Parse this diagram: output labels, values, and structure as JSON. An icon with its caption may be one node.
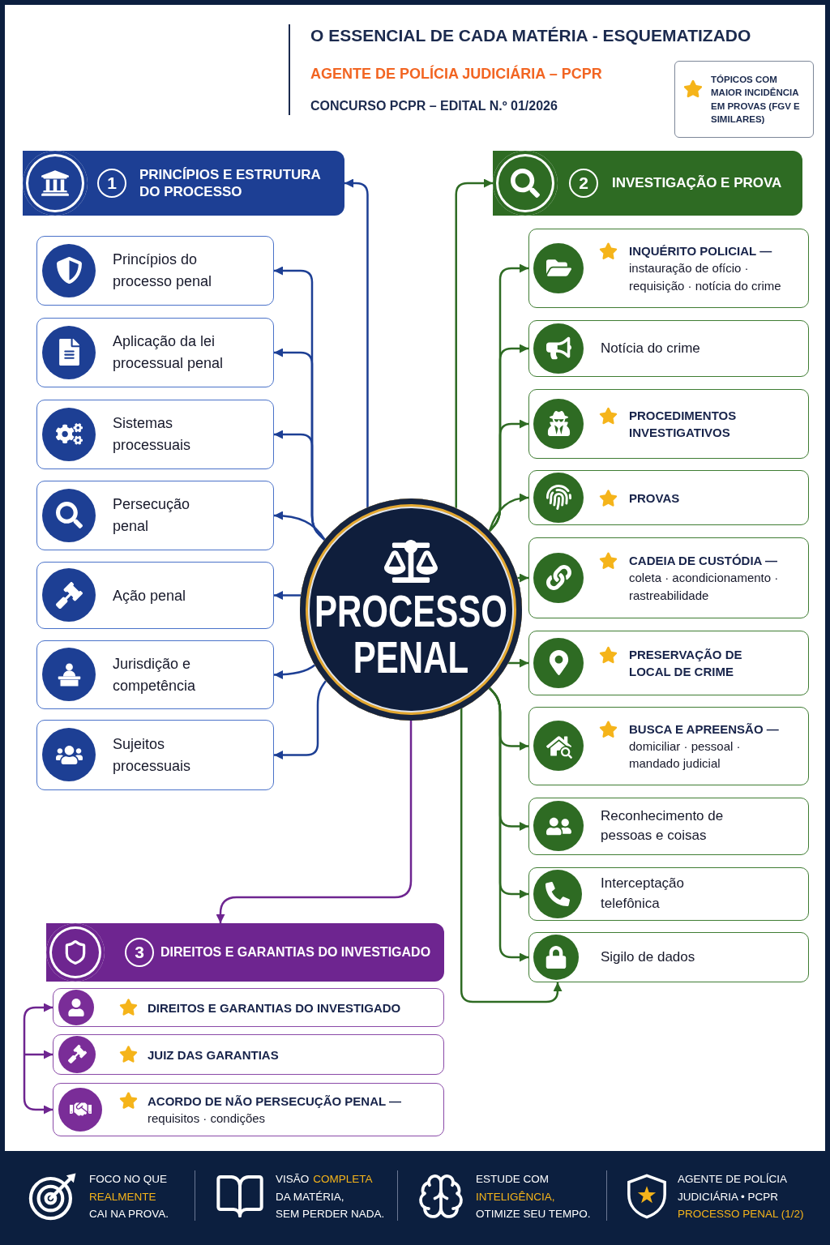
{
  "diagram": {
    "title": "O ESSENCIAL DE CADA MATÉRIA - ESQUEMATIZADO",
    "nodes": [
      {
        "text": [
          "PROCESSO PENAL"
        ]
      },
      {
        "text": [
          "1",
          "PRINCÍPIOS E ESTRUTURA DO PROCESSO"
        ]
      },
      {
        "text": [
          "Princípios do processo penal"
        ]
      },
      {
        "text": [
          "Aplicação da lei processual penal"
        ]
      },
      {
        "text": [
          "Sistemas processuais"
        ]
      },
      {
        "text": [
          "Persecução penal"
        ]
      },
      {
        "text": [
          "Ação penal"
        ]
      },
      {
        "text": [
          "Jurisdição e competência"
        ]
      },
      {
        "text": [
          "Sujeitos processuais"
        ]
      },
      {
        "text": [
          "2",
          "INVESTIGAÇÃO E PROVA"
        ]
      },
      {
        "text": [
          "INQUÉRITO POLICIAL —",
          "instauração de ofício · requisição · notícia do crime"
        ]
      },
      {
        "text": [
          "Notícia do crime"
        ]
      },
      {
        "text": [
          "PROCEDIMENTOS INVESTIGATIVOS"
        ]
      },
      {
        "text": [
          "PROVAS"
        ]
      },
      {
        "text": [
          "CADEIA DE CUSTÓDIA —",
          "coleta · acondicionamento · rastreabilidade"
        ]
      },
      {
        "text": [
          "PRESERVAÇÃO DE LOCAL DE CRIME"
        ]
      },
      {
        "text": [
          "BUSCA E APREENSÃO —",
          "domiciliar · pessoal · mandado judicial"
        ]
      },
      {
        "text": [
          "Reconhecimento de pessoas e coisas"
        ]
      },
      {
        "text": [
          "Interceptação telefônica"
        ]
      },
      {
        "text": [
          "Sigilo de dados"
        ]
      },
      {
        "text": [
          "3",
          "DIREITOS E GARANTIAS DO INVESTIGADO"
        ]
      },
      {
        "text": [
          "DIREITOS E GARANTIAS DO INVESTIGADO"
        ]
      },
      {
        "text": [
          "JUIZ DAS GARANTIAS"
        ]
      },
      {
        "text": [
          "ACORDO DE NÃO PERSECUÇÃO PENAL —",
          "requisitos · condições"
        ]
      }
    ],
    "edges": [
      {
        "from": 0,
        "to": 1,
        "arrow": "to",
        "color": "#1d3f94"
      },
      {
        "from": 0,
        "to": 2,
        "arrow": "to",
        "color": "#1d3f94"
      },
      {
        "from": 0,
        "to": 3,
        "arrow": "to",
        "color": "#1d3f94"
      },
      {
        "from": 0,
        "to": 4,
        "arrow": "to",
        "color": "#1d3f94"
      },
      {
        "from": 0,
        "to": 5,
        "arrow": "to",
        "color": "#1d3f94"
      },
      {
        "from": 0,
        "to": 6,
        "arrow": "to",
        "color": "#1d3f94"
      },
      {
        "from": 0,
        "to": 7,
        "arrow": "to",
        "color": "#1d3f94"
      },
      {
        "from": 0,
        "to": 8,
        "arrow": "to",
        "color": "#1d3f94"
      },
      {
        "from": 0,
        "to": 9,
        "arrow": "to"
      },
      {
        "from": 0,
        "to": 10,
        "arrow": "to"
      },
      {
        "from": 0,
        "to": 11,
        "arrow": "to"
      },
      {
        "from": 0,
        "to": 12,
        "arrow": "to"
      },
      {
        "from": 0,
        "to": 13,
        "arrow": "to"
      },
      {
        "from": 0,
        "to": 14,
        "arrow": "to"
      },
      {
        "from": 0,
        "to": 15,
        "arrow": "to"
      },
      {
        "from": 0,
        "to": 16,
        "arrow": "to"
      },
      {
        "from": 0,
        "to": 17,
        "arrow": "to"
      },
      {
        "from": 0,
        "to": 18,
        "arrow": "to"
      },
      {
        "from": 0,
        "to": 19,
        "arrow": "to"
      },
      {
        "from": 0,
        "to": 19,
        "arrow": "to"
      },
      {
        "from": 0,
        "to": 20,
        "arrow": "to",
        "color": "#6e2590"
      },
      {
        "from": null,
        "to": 21,
        "arrow": "to",
        "color": "#6e2590"
      },
      {
        "from": null,
        "to": 22,
        "arrow": "to",
        "color": "#6e2590"
      },
      {
        "from": null,
        "to": 23,
        "arrow": "to",
        "color": "#6e2590"
      }
    ],
    "labels": [
      "AGENTE DE POLÍCIA JUDICIÁRIA – PCPR",
      "CONCURSO PCPR – EDITAL N.º 01/2026",
      "FOCO NO QUE",
      "REALMENTE",
      "CAI NA PROVA.",
      "VISÃO",
      "COMPLETA",
      "DA MATÉRIA,",
      "SEM PERDER NADA.",
      "ESTUDE COM",
      "INTELIGÊNCIA,",
      "OTIMIZE SEU TEMPO.",
      "AGENTE DE POLÍCIA JUDICIÁRIA • PCPR",
      "PROCESSO PENAL (1/2)"
    ],
    "legend": [
      {
        "text": "TÓPICOS COM MAIOR INCIDÊNCIA EM PROVAS (FGV E SIMILARES)"
      }
    ]
  }
}
